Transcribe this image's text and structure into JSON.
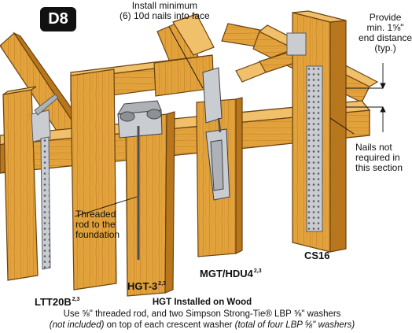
{
  "figure": {
    "badge": "D8",
    "callouts": {
      "nails_face": [
        "Install minimum",
        "(6) 10d nails into face"
      ],
      "end_distance": [
        "Provide",
        "min. 1⅝\"",
        "end distance",
        "(typ.)"
      ],
      "nails_not_required": [
        "Nails not",
        "required in",
        "this section"
      ],
      "threaded_rod": [
        "Threaded",
        "rod to the",
        "foundation"
      ]
    },
    "products": [
      {
        "name": "LTT20B",
        "note": "2,3"
      },
      {
        "name": "HGT-3",
        "note": "2,3"
      },
      {
        "name": "MGT/HDU4",
        "note": "2,3"
      },
      {
        "name": "CS16",
        "note": ""
      }
    ],
    "caption": {
      "title": "HGT Installed on Wood",
      "line1": "Use ⅝\" threaded rod, and two Simpson Strong-Tie® LBP ⅝\" washers",
      "line2_a": "(not included)",
      "line2_b": " on top of each crescent washer ",
      "line2_c": "(total of four LBP ⅝\" washers)"
    },
    "colors": {
      "wood": "#e3a33c",
      "wood_light": "#f0c06a",
      "wood_dark": "#b8771c",
      "wood_edge": "#6b4210",
      "metal": "#c9ccd0",
      "metal_dark": "#8d9196",
      "ink": "#111111"
    }
  }
}
